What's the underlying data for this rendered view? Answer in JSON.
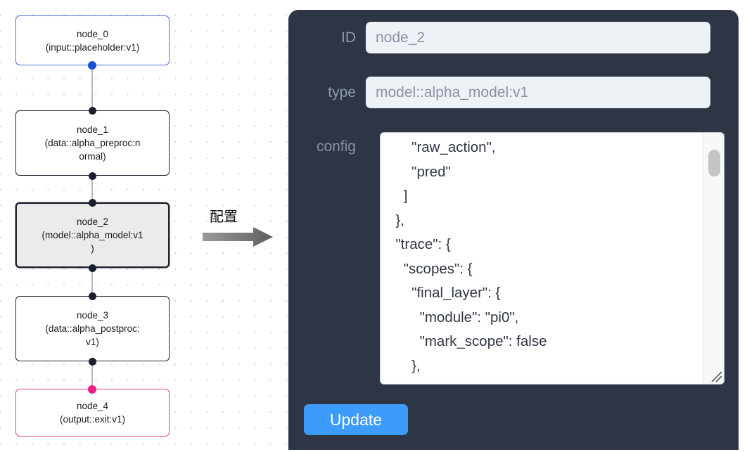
{
  "canvas": {
    "grid": "dot-grid",
    "background_color": "#ffffff",
    "dot_color": "#d2d2d8",
    "watermark_text": "",
    "nodes": [
      {
        "id": "node_0",
        "title": "node_0",
        "subtitle": "(input::placeholder:v1)",
        "kind": "input",
        "border_color": "#4a6fd4",
        "fill_color": "#ffffff",
        "selected": false,
        "handle_color": "#1a4fd6"
      },
      {
        "id": "node_1",
        "title": "node_1",
        "subtitle": "(data::alpha_preproc:n",
        "subtitle_line2": "ormal)",
        "kind": "data",
        "border_color": "#1f2430",
        "fill_color": "#ffffff",
        "selected": false,
        "handle_color": "#1a1f2e"
      },
      {
        "id": "node_2",
        "title": "node_2",
        "subtitle": "(model::alpha_model:v1",
        "subtitle_line2": ")",
        "kind": "model",
        "border_color": "#20252f",
        "fill_color": "#ebebeb",
        "selected": true,
        "handle_color": "#1a1f2e"
      },
      {
        "id": "node_3",
        "title": "node_3",
        "subtitle": "(data::alpha_postproc:",
        "subtitle_line2": "v1)",
        "kind": "data",
        "border_color": "#1f2430",
        "fill_color": "#ffffff",
        "selected": false,
        "handle_color": "#1a1f2e"
      },
      {
        "id": "node_4",
        "title": "node_4",
        "subtitle": "(output::exit:v1)",
        "kind": "output",
        "border_color": "#e0468e",
        "fill_color": "#ffffff",
        "selected": false,
        "handle_color": "#ef1d88"
      }
    ],
    "edges": [
      {
        "from": "node_0",
        "to": "node_1"
      },
      {
        "from": "node_1",
        "to": "node_2"
      },
      {
        "from": "node_2",
        "to": "node_3"
      },
      {
        "from": "node_3",
        "to": "node_4"
      }
    ]
  },
  "annotation": {
    "caption": "配置",
    "arrow": "right-arrow",
    "arrow_color": "#737373"
  },
  "panel": {
    "background_color": "#2e3646",
    "fields": [
      {
        "label": "ID",
        "value": "node_2"
      },
      {
        "label": "type",
        "value": "model::alpha_model:v1"
      }
    ],
    "id_label": "ID",
    "id_value": "node_2",
    "id_placeholder": "node_2",
    "type_label": "type",
    "type_value": "model::alpha_model:v1",
    "type_placeholder": "model::alpha_model:v1",
    "config_label": "config",
    "config_value": "      \"raw_action\",\n      \"pred\"\n    ]\n  },\n  \"trace\": {\n    \"scopes\": {\n      \"final_layer\": {\n        \"module\": \"pi0\",\n        \"mark_scope\": false\n      },\n      \"action_model\": {",
    "scrollbar": {
      "visible": true,
      "thumb_position": "near-top"
    },
    "resize_handle": "textarea-resize-grip",
    "update_button": "Update",
    "accent_color": "#3d9bfb"
  }
}
